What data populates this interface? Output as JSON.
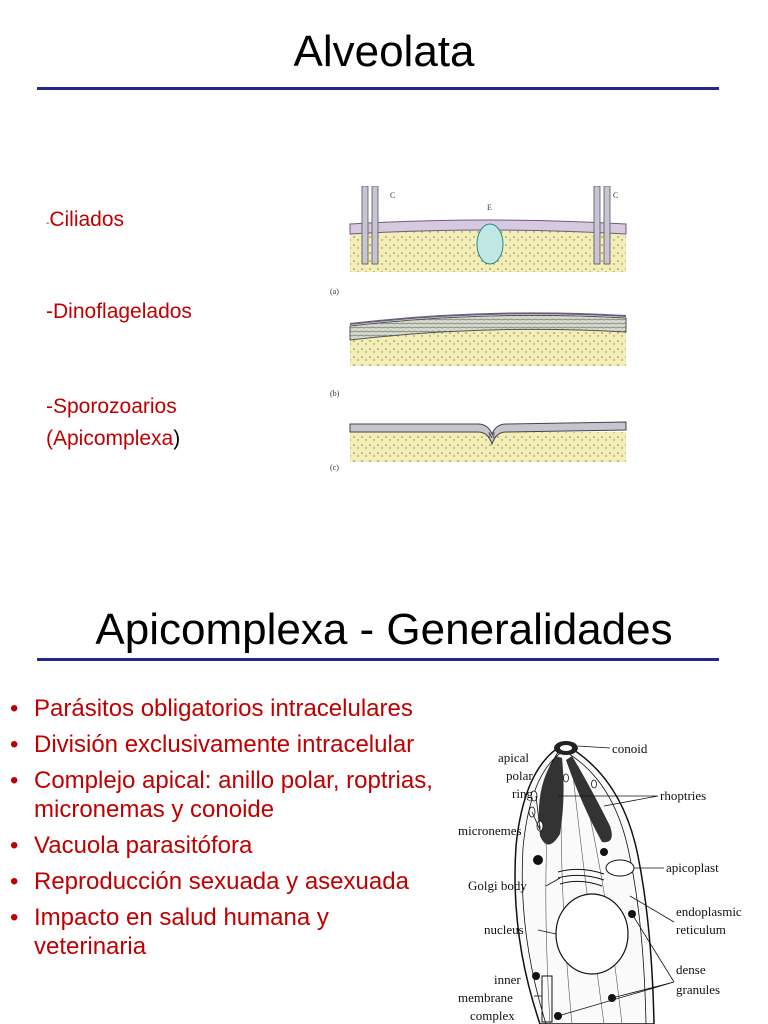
{
  "slide1": {
    "title": "Alveolata",
    "items": [
      {
        "dash": "-",
        "label": "Ciliados"
      },
      {
        "dash": "-",
        "label": "Dinoflagelados"
      },
      {
        "dash": "-",
        "label": "Sporozoarios"
      },
      {
        "label": "(Apicomplexa",
        "close": ")"
      }
    ],
    "figure": {
      "letters": [
        "C",
        "E",
        "C",
        "M"
      ],
      "panels": [
        "(a)",
        "(b)",
        "(c)"
      ]
    }
  },
  "slide2": {
    "title": "Apicomplexa - Generalidades",
    "bullet_symbol": "•",
    "bullets": [
      "Parásitos obligatorios intracelulares",
      "División exclusivamente intracelular",
      "Complejo apical: anillo polar, roptrias, micronemas y conoide",
      "Vacuola parasitófora",
      "Reproducción sexuada y asexuada",
      "Impacto en salud humana y veterinaria"
    ],
    "diagram_labels": {
      "apical_polar_ring": [
        "apical",
        "polar",
        "ring"
      ],
      "conoid": "conoid",
      "rhoptries": "rhoptries",
      "micronemes": "micronemes",
      "apicoplast": "apicoplast",
      "golgi": "Golgi body",
      "er": [
        "endoplasmic",
        "reticulum"
      ],
      "nucleus": "nucleus",
      "dense_granules": [
        "dense",
        "granules"
      ],
      "imc": [
        "inner",
        "membrane",
        "complex"
      ]
    }
  }
}
